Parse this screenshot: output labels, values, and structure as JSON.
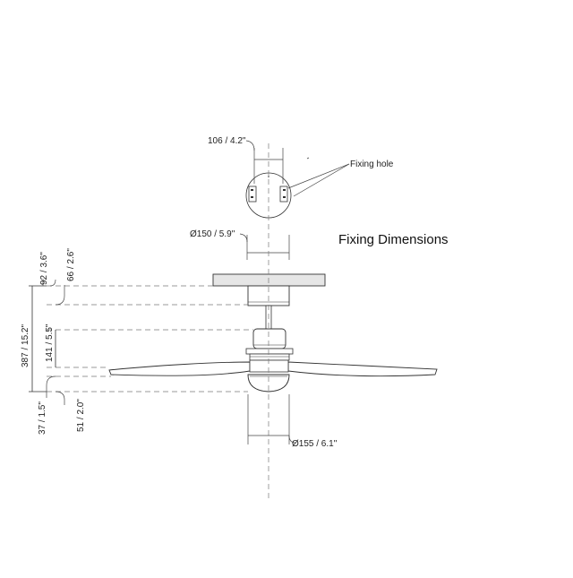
{
  "title": "Fixing Dimensions",
  "top_view": {
    "hole_spacing": "106 / 4.2\"",
    "fixing_hole_label": "Fixing hole",
    "canopy_diameter": "Ø150 / 5.9\""
  },
  "side_view": {
    "motor_diameter": "Ø155 / 6.1\"",
    "overall_height": "387 / 15.2\"",
    "canopy_height": "92 / 3.6\"",
    "canopy_recess": "66 / 2.6\"",
    "downrod_to_blade": "141 / 5.5\"",
    "blade_to_bottom": "37 / 1.5\"",
    "light_height": "51 / 2.0\""
  }
}
